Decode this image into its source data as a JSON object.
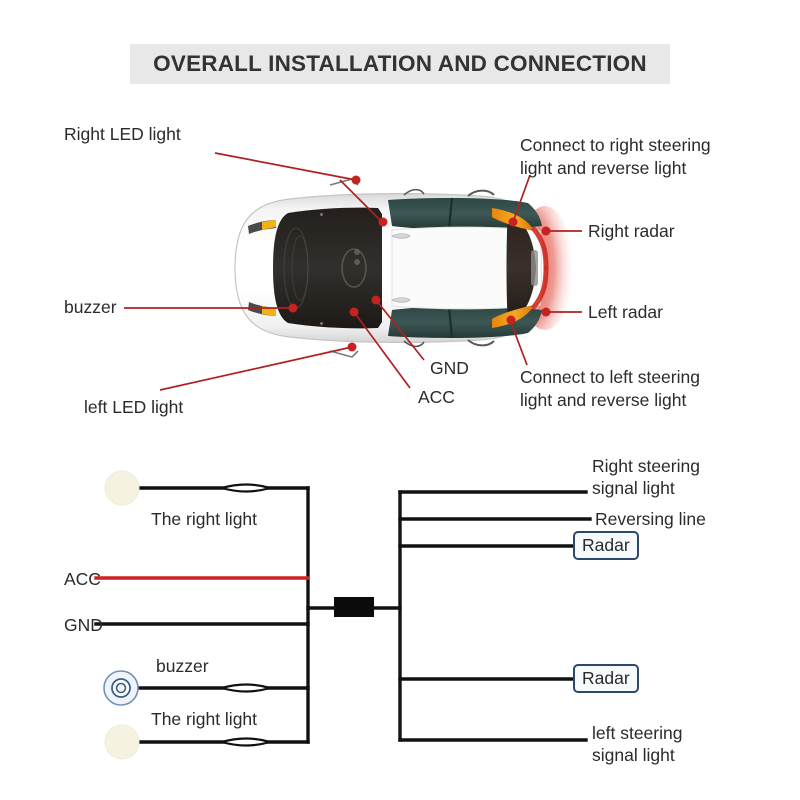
{
  "header": {
    "title": "OVERALL INSTALLATION AND CONNECTION",
    "background": "#e8e8e8"
  },
  "colors": {
    "callout_line": "#b02020",
    "callout_dot": "#c62222",
    "acc_wire": "#cc2222",
    "wire": "#111111",
    "radar_border": "#2b4a6b",
    "led_fill": "#f5f2e2",
    "buzzer_stroke": "#6f93b8"
  },
  "car_diagram": {
    "callouts": [
      {
        "id": "right-led-light",
        "label": "Right LED light"
      },
      {
        "id": "buzzer",
        "label": "buzzer"
      },
      {
        "id": "left-led-light",
        "label": "left LED light"
      },
      {
        "id": "connect-right-steering",
        "label": "Connect to right steering\nlight and reverse light"
      },
      {
        "id": "right-radar",
        "label": "Right radar"
      },
      {
        "id": "left-radar",
        "label": "Left radar"
      },
      {
        "id": "connect-left-steering",
        "label": "Connect to left steering\nlight and reverse light"
      },
      {
        "id": "gnd",
        "label": "GND"
      },
      {
        "id": "acc",
        "label": "ACC"
      }
    ]
  },
  "wiring_diagram": {
    "left_side": [
      {
        "id": "right-light-top",
        "label": "The right light",
        "device": "led"
      },
      {
        "id": "acc",
        "label": "ACC",
        "device": "wire",
        "color": "#cc2222"
      },
      {
        "id": "gnd",
        "label": "GND",
        "device": "wire",
        "color": "#111111"
      },
      {
        "id": "buzzer",
        "label": "buzzer",
        "device": "buzzer"
      },
      {
        "id": "right-light-bottom",
        "label": "The right light",
        "device": "led"
      }
    ],
    "right_side": [
      {
        "id": "right-steering-signal-light",
        "label": "Right steering\nsignal light",
        "type": "text"
      },
      {
        "id": "reversing-line",
        "label": "Reversing line",
        "type": "text"
      },
      {
        "id": "radar-top",
        "label": "Radar",
        "type": "box"
      },
      {
        "id": "radar-bottom",
        "label": "Radar",
        "type": "box"
      },
      {
        "id": "left-steering-signal-light",
        "label": "left steering\nsignal light",
        "type": "text"
      }
    ],
    "connector": {
      "id": "main-connector",
      "label": ""
    }
  }
}
